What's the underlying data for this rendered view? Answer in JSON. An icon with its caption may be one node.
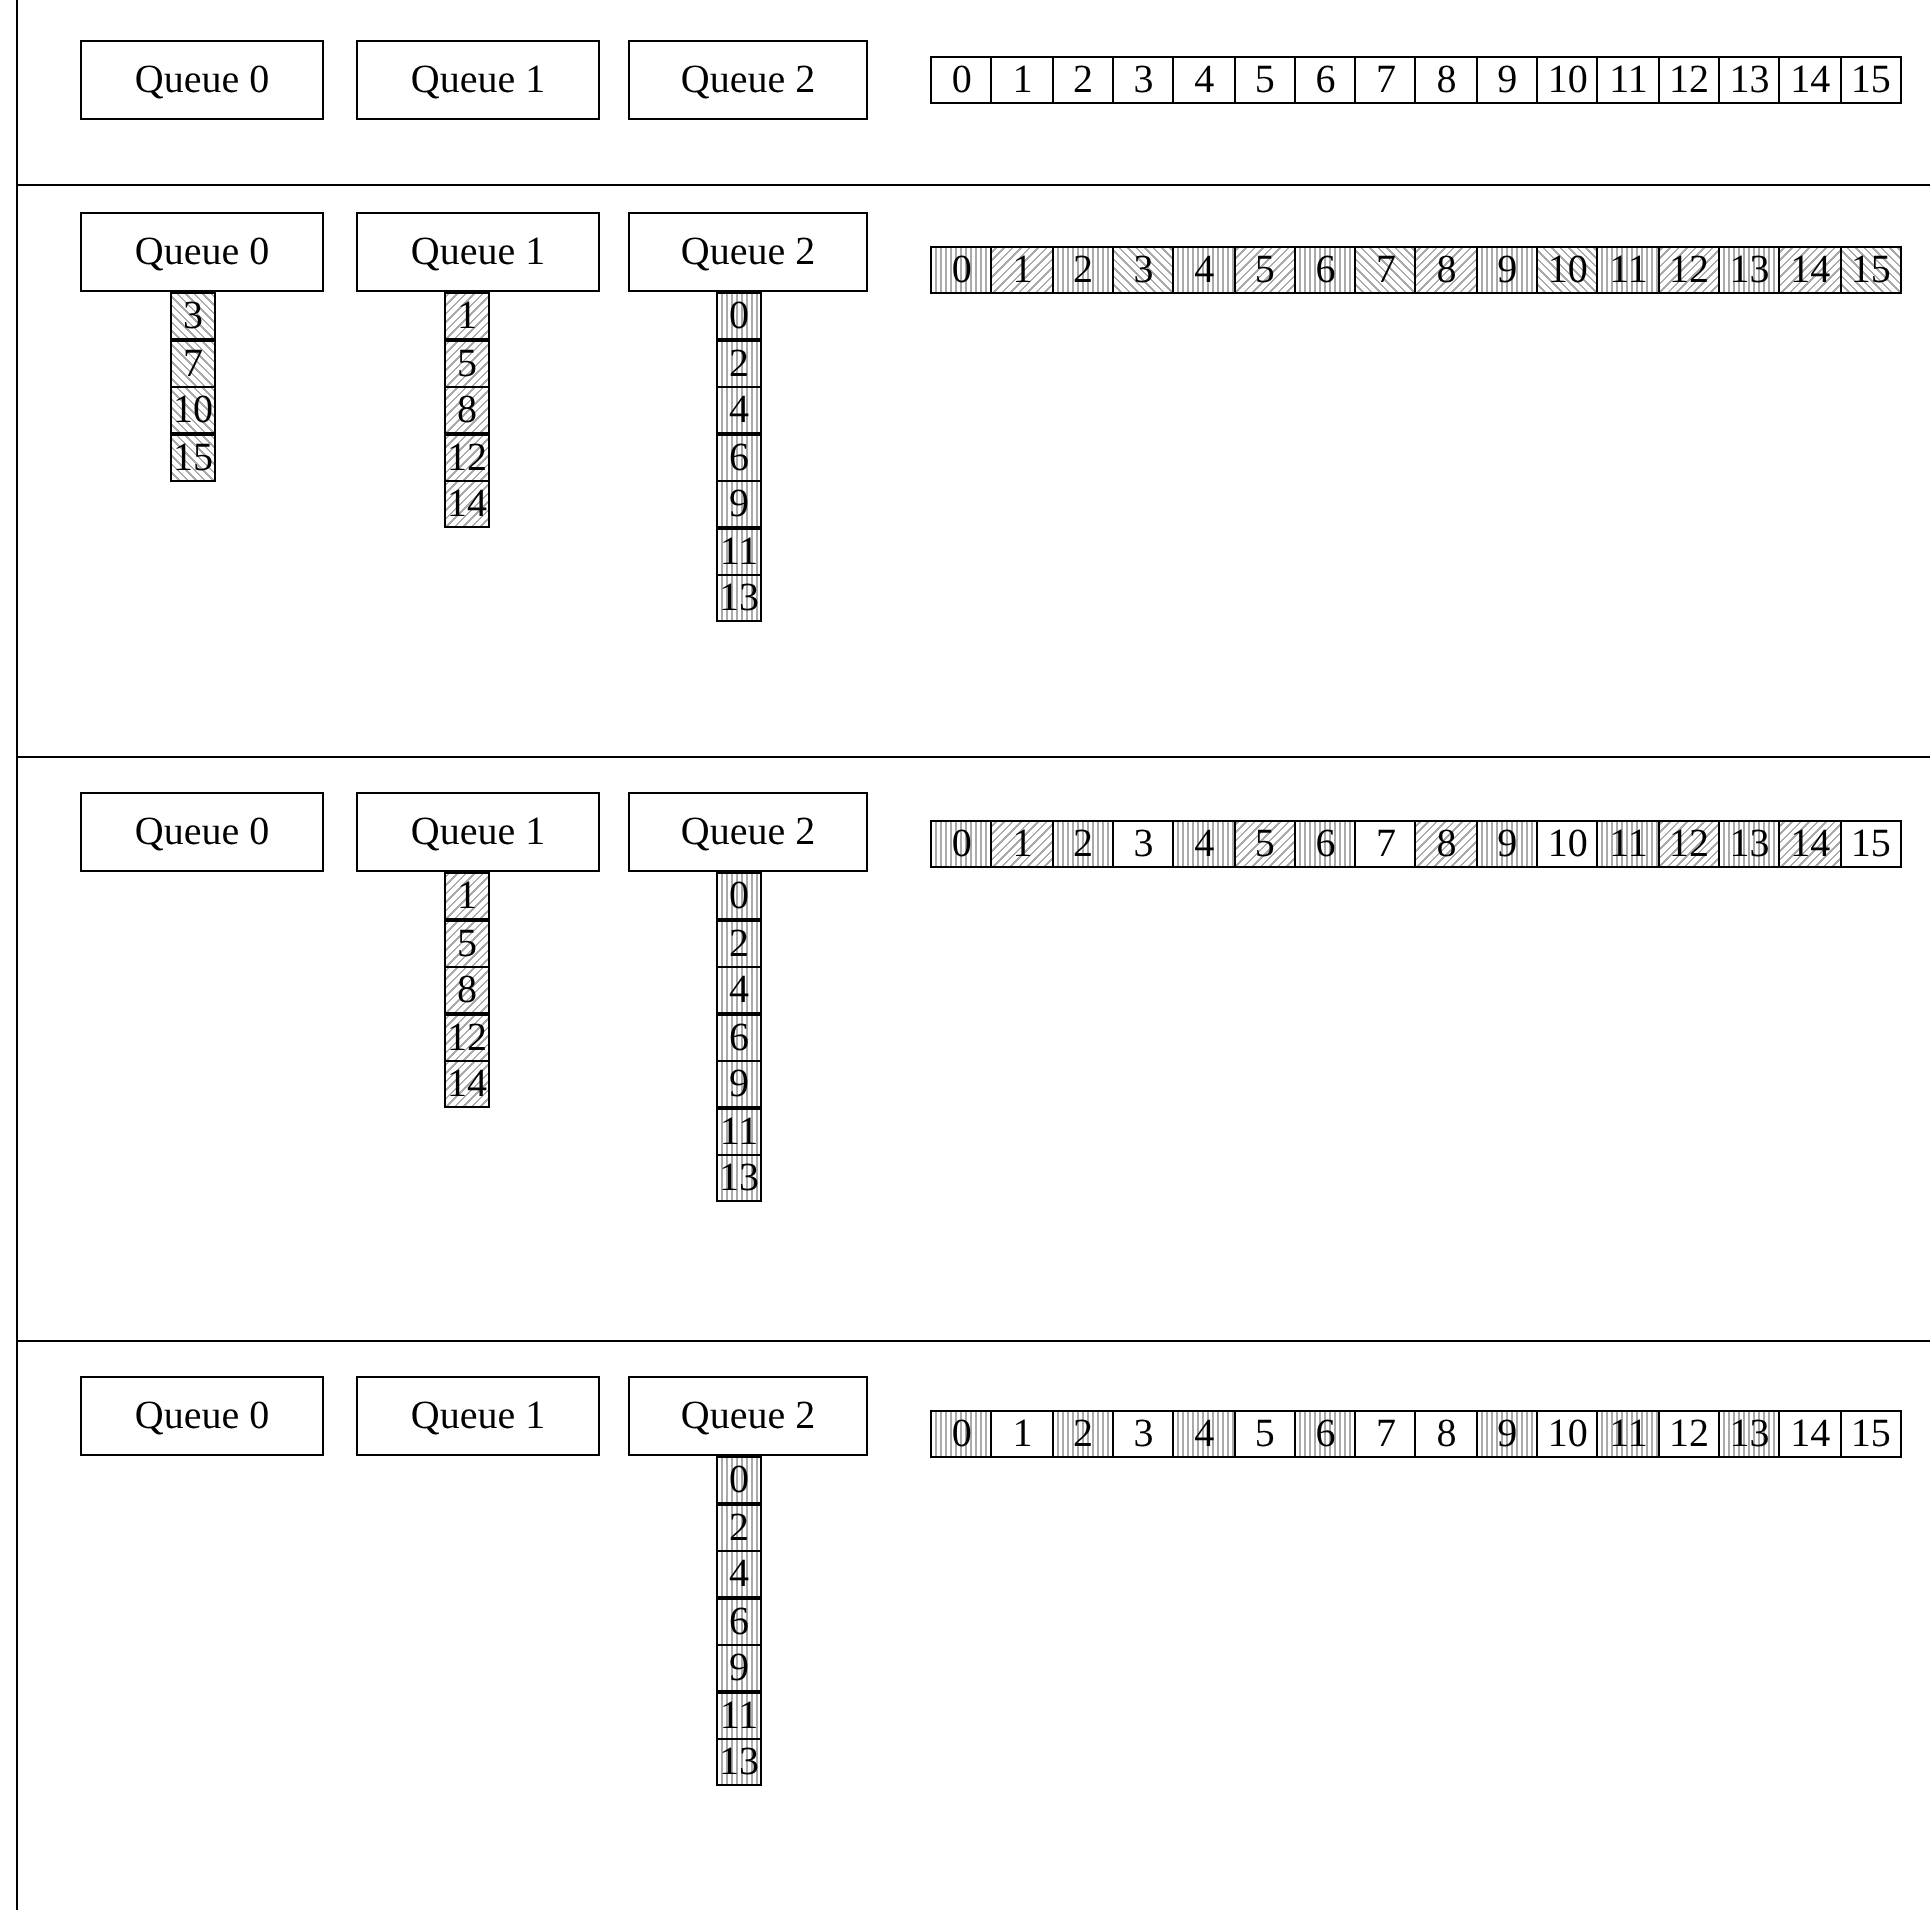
{
  "diagram": {
    "nodes": [
      {
        "text": [
          "Queue 0"
        ]
      },
      {
        "text": [
          "Queue 1"
        ]
      },
      {
        "text": [
          "Queue 2"
        ]
      },
      {
        "text": [
          "0"
        ]
      },
      {
        "text": [
          "1"
        ]
      },
      {
        "text": [
          "2"
        ]
      },
      {
        "text": [
          "3"
        ]
      },
      {
        "text": [
          "4"
        ]
      },
      {
        "text": [
          "5"
        ]
      },
      {
        "text": [
          "6"
        ]
      },
      {
        "text": [
          "7"
        ]
      },
      {
        "text": [
          "8"
        ]
      },
      {
        "text": [
          "9"
        ]
      },
      {
        "text": [
          "10"
        ]
      },
      {
        "text": [
          "11"
        ]
      },
      {
        "text": [
          "12"
        ]
      },
      {
        "text": [
          "13"
        ]
      },
      {
        "text": [
          "14"
        ]
      },
      {
        "text": [
          "15"
        ]
      },
      {
        "text": [
          "Queue 0"
        ]
      },
      {
        "text": [
          "Queue 1"
        ]
      },
      {
        "text": [
          "Queue 2"
        ]
      },
      {
        "text": [
          "3"
        ]
      },
      {
        "text": [
          "7"
        ]
      },
      {
        "text": [
          "10"
        ]
      },
      {
        "text": [
          "15"
        ]
      },
      {
        "text": [
          "1"
        ]
      },
      {
        "text": [
          "5"
        ]
      },
      {
        "text": [
          "8"
        ]
      },
      {
        "text": [
          "12"
        ]
      },
      {
        "text": [
          "14"
        ]
      },
      {
        "text": [
          "0"
        ]
      },
      {
        "text": [
          "2"
        ]
      },
      {
        "text": [
          "4"
        ]
      },
      {
        "text": [
          "6"
        ]
      },
      {
        "text": [
          "9"
        ]
      },
      {
        "text": [
          "11"
        ]
      },
      {
        "text": [
          "13"
        ]
      },
      {
        "text": [
          "0"
        ]
      },
      {
        "text": [
          "1"
        ]
      },
      {
        "text": [
          "2"
        ]
      },
      {
        "text": [
          "3"
        ]
      },
      {
        "text": [
          "4"
        ]
      },
      {
        "text": [
          "5"
        ]
      },
      {
        "text": [
          "6"
        ]
      },
      {
        "text": [
          "7"
        ]
      },
      {
        "text": [
          "8"
        ]
      },
      {
        "text": [
          "9"
        ]
      },
      {
        "text": [
          "10"
        ]
      },
      {
        "text": [
          "11"
        ]
      },
      {
        "text": [
          "12"
        ]
      },
      {
        "text": [
          "13"
        ]
      },
      {
        "text": [
          "14"
        ]
      },
      {
        "text": [
          "15"
        ]
      },
      {
        "text": [
          "Queue 0"
        ]
      },
      {
        "text": [
          "Queue 1"
        ]
      },
      {
        "text": [
          "Queue 2"
        ]
      },
      {
        "text": [
          "1"
        ]
      },
      {
        "text": [
          "5"
        ]
      },
      {
        "text": [
          "8"
        ]
      },
      {
        "text": [
          "12"
        ]
      },
      {
        "text": [
          "14"
        ]
      },
      {
        "text": [
          "0"
        ]
      },
      {
        "text": [
          "2"
        ]
      },
      {
        "text": [
          "4"
        ]
      },
      {
        "text": [
          "6"
        ]
      },
      {
        "text": [
          "9"
        ]
      },
      {
        "text": [
          "11"
        ]
      },
      {
        "text": [
          "13"
        ]
      },
      {
        "text": [
          "0"
        ]
      },
      {
        "text": [
          "1"
        ]
      },
      {
        "text": [
          "2"
        ]
      },
      {
        "text": [
          "3"
        ]
      },
      {
        "text": [
          "4"
        ]
      },
      {
        "text": [
          "5"
        ]
      },
      {
        "text": [
          "6"
        ]
      },
      {
        "text": [
          "7"
        ]
      },
      {
        "text": [
          "8"
        ]
      },
      {
        "text": [
          "9"
        ]
      },
      {
        "text": [
          "10"
        ]
      },
      {
        "text": [
          "11"
        ]
      },
      {
        "text": [
          "12"
        ]
      },
      {
        "text": [
          "13"
        ]
      },
      {
        "text": [
          "14"
        ]
      },
      {
        "text": [
          "15"
        ]
      },
      {
        "text": [
          "Queue 0"
        ]
      },
      {
        "text": [
          "Queue 1"
        ]
      },
      {
        "text": [
          "Queue 2"
        ]
      },
      {
        "text": [
          "0"
        ]
      },
      {
        "text": [
          "2"
        ]
      },
      {
        "text": [
          "4"
        ]
      },
      {
        "text": [
          "6"
        ]
      },
      {
        "text": [
          "9"
        ]
      },
      {
        "text": [
          "11"
        ]
      },
      {
        "text": [
          "13"
        ]
      },
      {
        "text": [
          "0"
        ]
      },
      {
        "text": [
          "1"
        ]
      },
      {
        "text": [
          "2"
        ]
      },
      {
        "text": [
          "3"
        ]
      },
      {
        "text": [
          "4"
        ]
      },
      {
        "text": [
          "5"
        ]
      },
      {
        "text": [
          "6"
        ]
      },
      {
        "text": [
          "7"
        ]
      },
      {
        "text": [
          "8"
        ]
      },
      {
        "text": [
          "9"
        ]
      },
      {
        "text": [
          "10"
        ]
      },
      {
        "text": [
          "11"
        ]
      },
      {
        "text": [
          "12"
        ]
      },
      {
        "text": [
          "13"
        ]
      },
      {
        "text": [
          "14"
        ]
      },
      {
        "text": [
          "15"
        ]
      }
    ]
  }
}
